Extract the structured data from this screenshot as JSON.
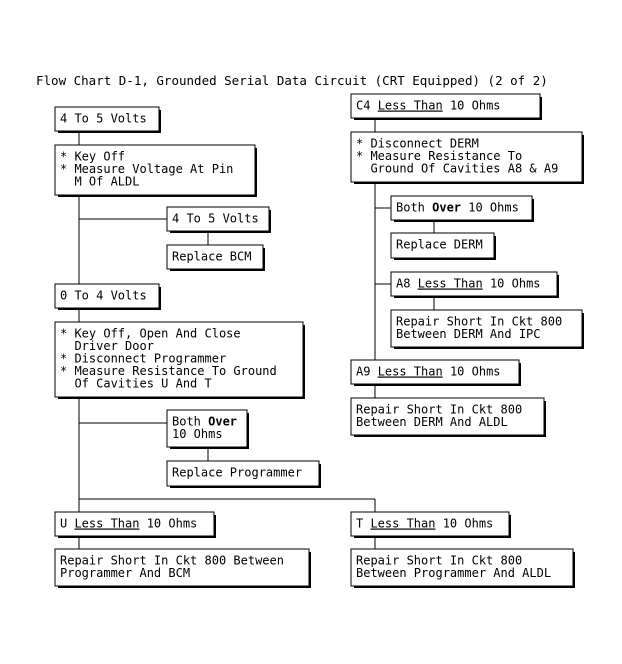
{
  "title": "Flow Chart D-1, Grounded Serial Data Circuit (CRT Equipped) (2 of 2)",
  "nodes": {
    "n4to5a": [
      {
        "t": "4 To 5 Volts"
      }
    ],
    "keyoff": [
      {
        "t": "* Key Off"
      },
      {
        "t": "* Measure Voltage At Pin"
      },
      {
        "t": "  M Of ALDL"
      }
    ],
    "n4to5b": [
      {
        "t": "4 To 5 Volts"
      }
    ],
    "replbcm": [
      {
        "t": "Replace BCM"
      }
    ],
    "n0to4": [
      {
        "t": "0 To 4 Volts"
      }
    ],
    "keyoff2": [
      {
        "t": "* Key Off, Open And Close"
      },
      {
        "t": "  Driver Door"
      },
      {
        "t": "* Disconnect Programmer"
      },
      {
        "t": "* Measure Resistance To Ground"
      },
      {
        "t": "  Of Cavities U And T"
      }
    ],
    "bothover1": [
      {
        "parts": [
          {
            "s": "Both "
          },
          {
            "s": "Over",
            "b": true
          }
        ]
      },
      {
        "t": "10 Ohms"
      }
    ],
    "replprog": [
      {
        "t": "Replace Programmer"
      }
    ],
    "ulow": [
      {
        "parts": [
          {
            "s": "U "
          },
          {
            "s": "Less Than",
            "u": true
          },
          {
            "s": " 10 Ohms"
          }
        ]
      }
    ],
    "tlow": [
      {
        "parts": [
          {
            "s": "T "
          },
          {
            "s": "Less Than",
            "u": true
          },
          {
            "s": " 10 Ohms"
          }
        ]
      }
    ],
    "repairprog": [
      {
        "t": "Repair Short In Ckt 800 Between"
      },
      {
        "t": "Programmer And BCM"
      }
    ],
    "repairaldl": [
      {
        "t": "Repair Short In Ckt 800"
      },
      {
        "t": "Between Programmer And ALDL"
      }
    ],
    "c4low": [
      {
        "parts": [
          {
            "s": "C4 "
          },
          {
            "s": "Less Than",
            "u": true
          },
          {
            "s": " 10 Ohms"
          }
        ]
      }
    ],
    "disconderm": [
      {
        "t": "* Disconnect DERM"
      },
      {
        "t": "* Measure Resistance To"
      },
      {
        "t": "  Ground Of Cavities A8 & A9"
      }
    ],
    "bothover2": [
      {
        "parts": [
          {
            "s": "Both "
          },
          {
            "s": "Over",
            "b": true
          },
          {
            "s": " 10 Ohms"
          }
        ]
      }
    ],
    "replderm": [
      {
        "t": "Replace DERM"
      }
    ],
    "a8low": [
      {
        "parts": [
          {
            "s": "A8 "
          },
          {
            "s": "Less Than",
            "u": true
          },
          {
            "s": " 10 Ohms"
          }
        ]
      }
    ],
    "repairipc": [
      {
        "t": "Repair Short In Ckt 800"
      },
      {
        "t": "Between DERM And IPC"
      }
    ],
    "a9low": [
      {
        "parts": [
          {
            "s": "A9 "
          },
          {
            "s": "Less Than",
            "u": true
          },
          {
            "s": " 10 Ohms"
          }
        ]
      }
    ],
    "repairaldl2": [
      {
        "t": "Repair Short In Ckt 800"
      },
      {
        "t": "Between DERM And ALDL"
      }
    ]
  }
}
